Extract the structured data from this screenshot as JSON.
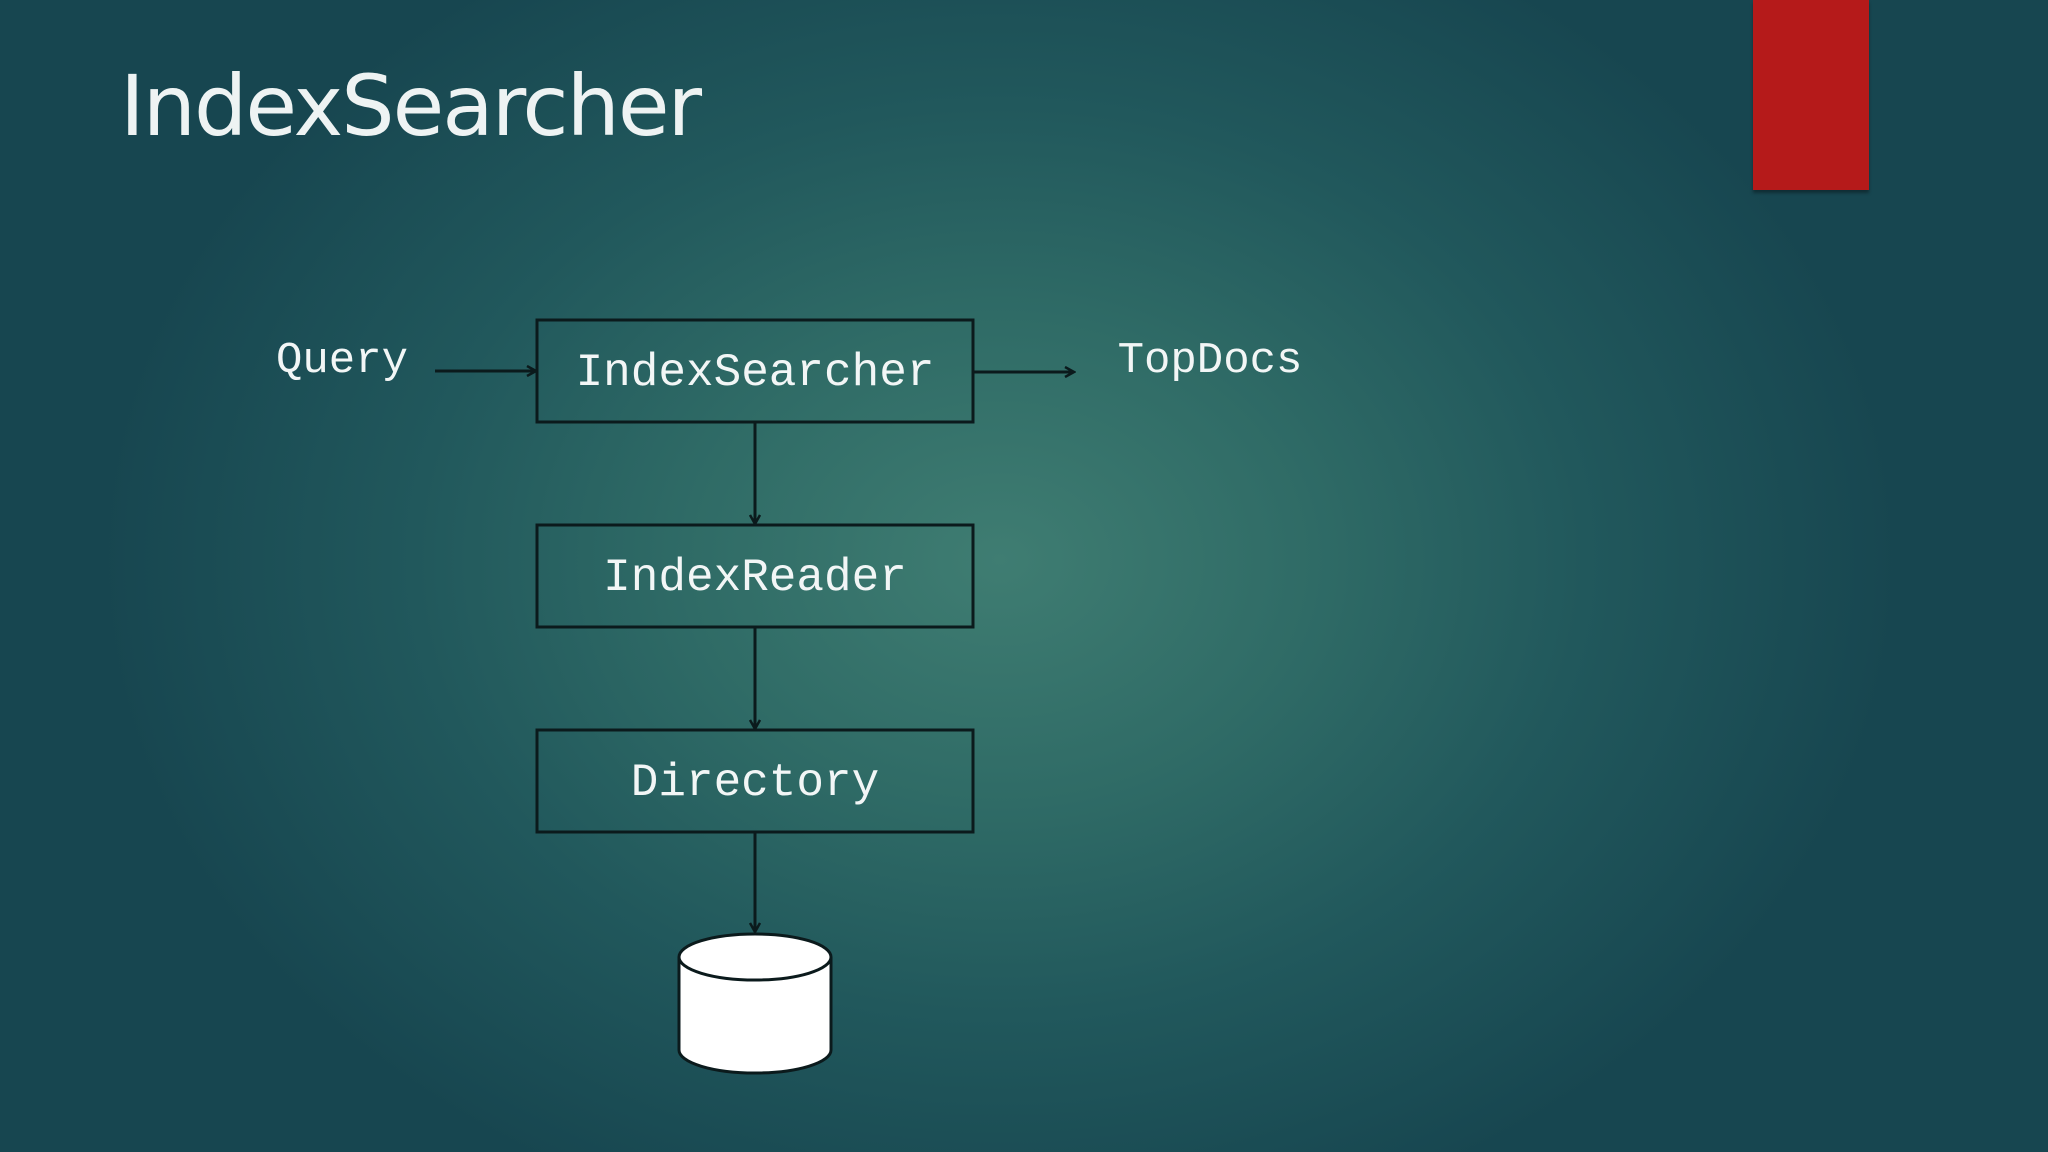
{
  "slide": {
    "title": "IndexSearcher"
  },
  "colors": {
    "accent": "#b51a1a",
    "text": "#f2f6f6",
    "line": "#0b1a1c",
    "storage_fill": "#ffffff"
  },
  "diagram": {
    "input_label": "Query",
    "output_label": "TopDocs",
    "nodes": [
      {
        "id": "index-searcher",
        "label": "IndexSearcher"
      },
      {
        "id": "index-reader",
        "label": "IndexReader"
      },
      {
        "id": "directory",
        "label": "Directory"
      }
    ],
    "storage_icon": "database-cylinder-icon"
  }
}
